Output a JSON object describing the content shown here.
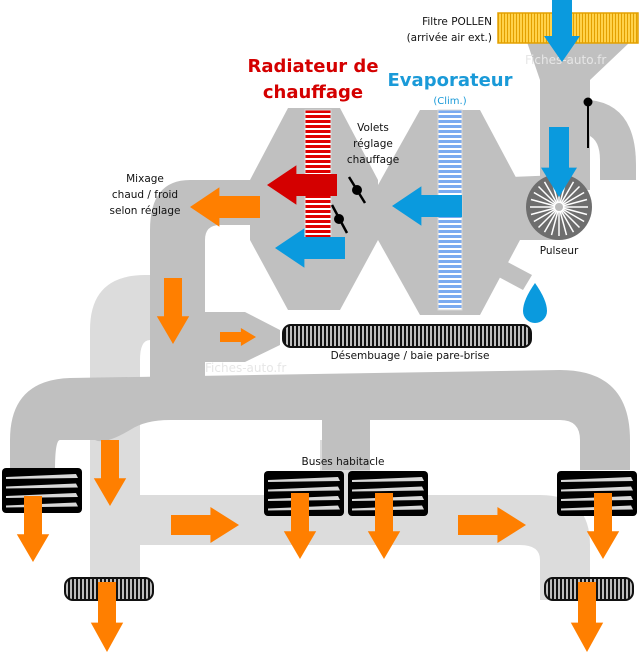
{
  "diagram": {
    "colors": {
      "duct_dark": "#c0c0c0",
      "duct_light": "#dcdcdc",
      "warm_arrow": "#d40000",
      "cold_arrow": "#0a9ade",
      "mixed_arrow": "#ff7f00",
      "filter_fill": "#ffd24a",
      "filter_border": "#e3a000",
      "heater_stripes": "#e00000",
      "evaporator_stripes": "#7aaaf0"
    },
    "labels": {
      "pollen_filter_line1": "Filtre POLLEN",
      "pollen_filter_line2": "(arrivée air ext.)",
      "heater_line1": "Radiateur de",
      "heater_line2": "chauffage",
      "evaporator": "Evaporateur",
      "evaporator_sub": "(Clim.)",
      "flaps_line1": "Volets",
      "flaps_line2": "réglage",
      "flaps_line3": "chauffage",
      "mixing_line1": "Mixage",
      "mixing_line2": "chaud / froid",
      "mixing_line3": "selon réglage",
      "blower": "Pulseur",
      "defrost": "Désembuage / baie pare-brise",
      "cabin_vents": "Buses habitacle",
      "watermark": "Fiches-auto.fr"
    },
    "icons": {
      "blower": "fan-icon",
      "condensate": "water-drop-icon",
      "flap": "flap-valve-icon",
      "vent": "air-vent-grille-icon",
      "arrow": "airflow-arrow-icon"
    }
  }
}
